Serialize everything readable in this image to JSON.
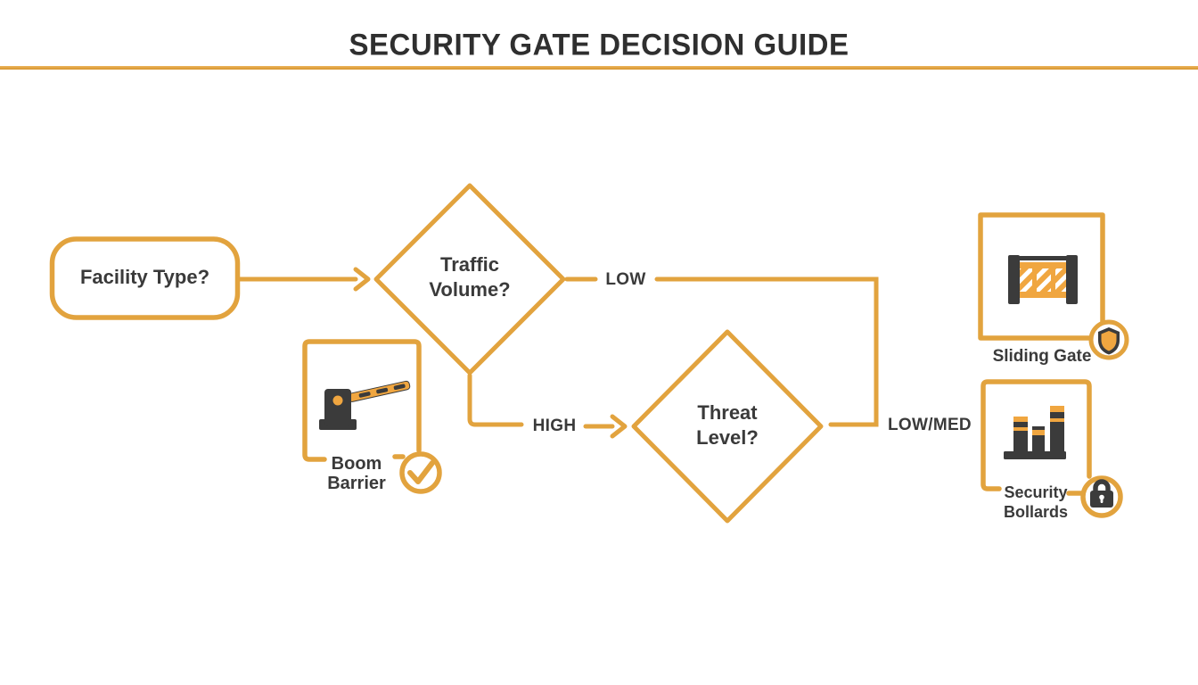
{
  "title": "SECURITY GATE DECISION GUIDE",
  "colors": {
    "accent": "#E2A33E",
    "icon_dark": "#3B3B3B",
    "icon_orange": "#F0A640",
    "text_dark": "#3A3A3A"
  },
  "nodes": {
    "facility": {
      "label": "Facility Type?"
    },
    "traffic": {
      "line1": "Traffic",
      "line2": "Volume?"
    },
    "threat": {
      "line1": "Threat",
      "line2": "Level?"
    }
  },
  "edges": {
    "low": "LOW",
    "high": "HIGH",
    "low_med": "LOW/MED"
  },
  "outcomes": {
    "boom": {
      "line1": "Boom",
      "line2": "Barrier"
    },
    "sliding": {
      "label": "Sliding Gate"
    },
    "bollards": {
      "line1": "Security",
      "line2": "Bollards"
    }
  }
}
